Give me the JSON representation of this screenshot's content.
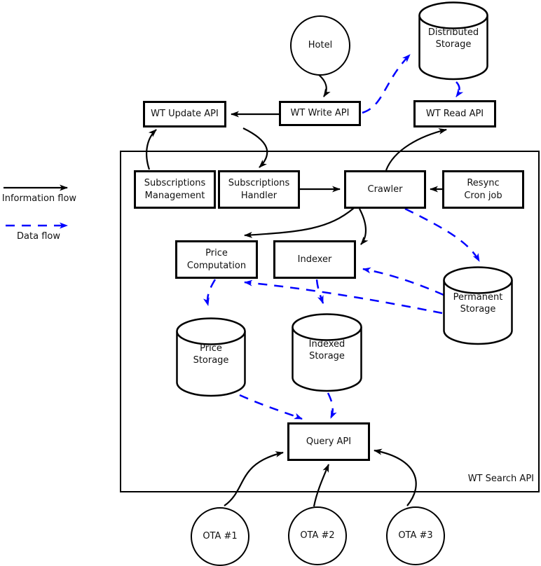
{
  "title": "WT Search API architecture diagram",
  "colors": {
    "information_flow": "#000000",
    "data_flow": "#0000ff",
    "node_border": "#000000",
    "background": "#ffffff"
  },
  "legend": {
    "information_flow": "Information flow",
    "data_flow": "Data flow"
  },
  "container": {
    "label": "WT Search API"
  },
  "nodes": {
    "hotel": {
      "label": "Hotel",
      "shape": "circle"
    },
    "distributed_storage": {
      "label": "Distributed\nStorage",
      "shape": "cylinder"
    },
    "wt_update_api": {
      "label": "WT Update API",
      "shape": "box"
    },
    "wt_write_api": {
      "label": "WT Write API",
      "shape": "box"
    },
    "wt_read_api": {
      "label": "WT Read API",
      "shape": "box"
    },
    "subscriptions_management": {
      "label": "Subscriptions\nManagement",
      "shape": "box"
    },
    "subscriptions_handler": {
      "label": "Subscriptions\nHandler",
      "shape": "box"
    },
    "crawler": {
      "label": "Crawler",
      "shape": "box"
    },
    "resync_cron_job": {
      "label": "Resync\nCron job",
      "shape": "box"
    },
    "price_computation": {
      "label": "Price\nComputation",
      "shape": "box"
    },
    "indexer": {
      "label": "Indexer",
      "shape": "box"
    },
    "permanent_storage": {
      "label": "Permanent\nStorage",
      "shape": "cylinder"
    },
    "price_storage": {
      "label": "Price\nStorage",
      "shape": "cylinder"
    },
    "indexed_storage": {
      "label": "Indexed\nStorage",
      "shape": "cylinder"
    },
    "query_api": {
      "label": "Query API",
      "shape": "box"
    },
    "ota_1": {
      "label": "OTA #1",
      "shape": "circle"
    },
    "ota_2": {
      "label": "OTA #2",
      "shape": "circle"
    },
    "ota_3": {
      "label": "OTA #3",
      "shape": "circle"
    }
  },
  "edges": {
    "information_flow": [
      "hotel -> wt_write_api",
      "wt_write_api -> wt_update_api",
      "subscriptions_management -> wt_update_api",
      "wt_update_api -> subscriptions_handler",
      "subscriptions_handler -> crawler",
      "resync_cron_job -> crawler",
      "crawler -> wt_read_api",
      "crawler -> price_computation",
      "crawler -> indexer",
      "ota_1 -> query_api",
      "ota_2 -> query_api",
      "ota_3 -> query_api"
    ],
    "data_flow": [
      "wt_write_api -> distributed_storage",
      "distributed_storage -> wt_read_api",
      "crawler -> permanent_storage",
      "permanent_storage -> indexer",
      "permanent_storage -> price_computation",
      "price_computation -> price_storage",
      "indexer -> indexed_storage",
      "price_storage -> query_api",
      "indexed_storage -> query_api"
    ]
  }
}
